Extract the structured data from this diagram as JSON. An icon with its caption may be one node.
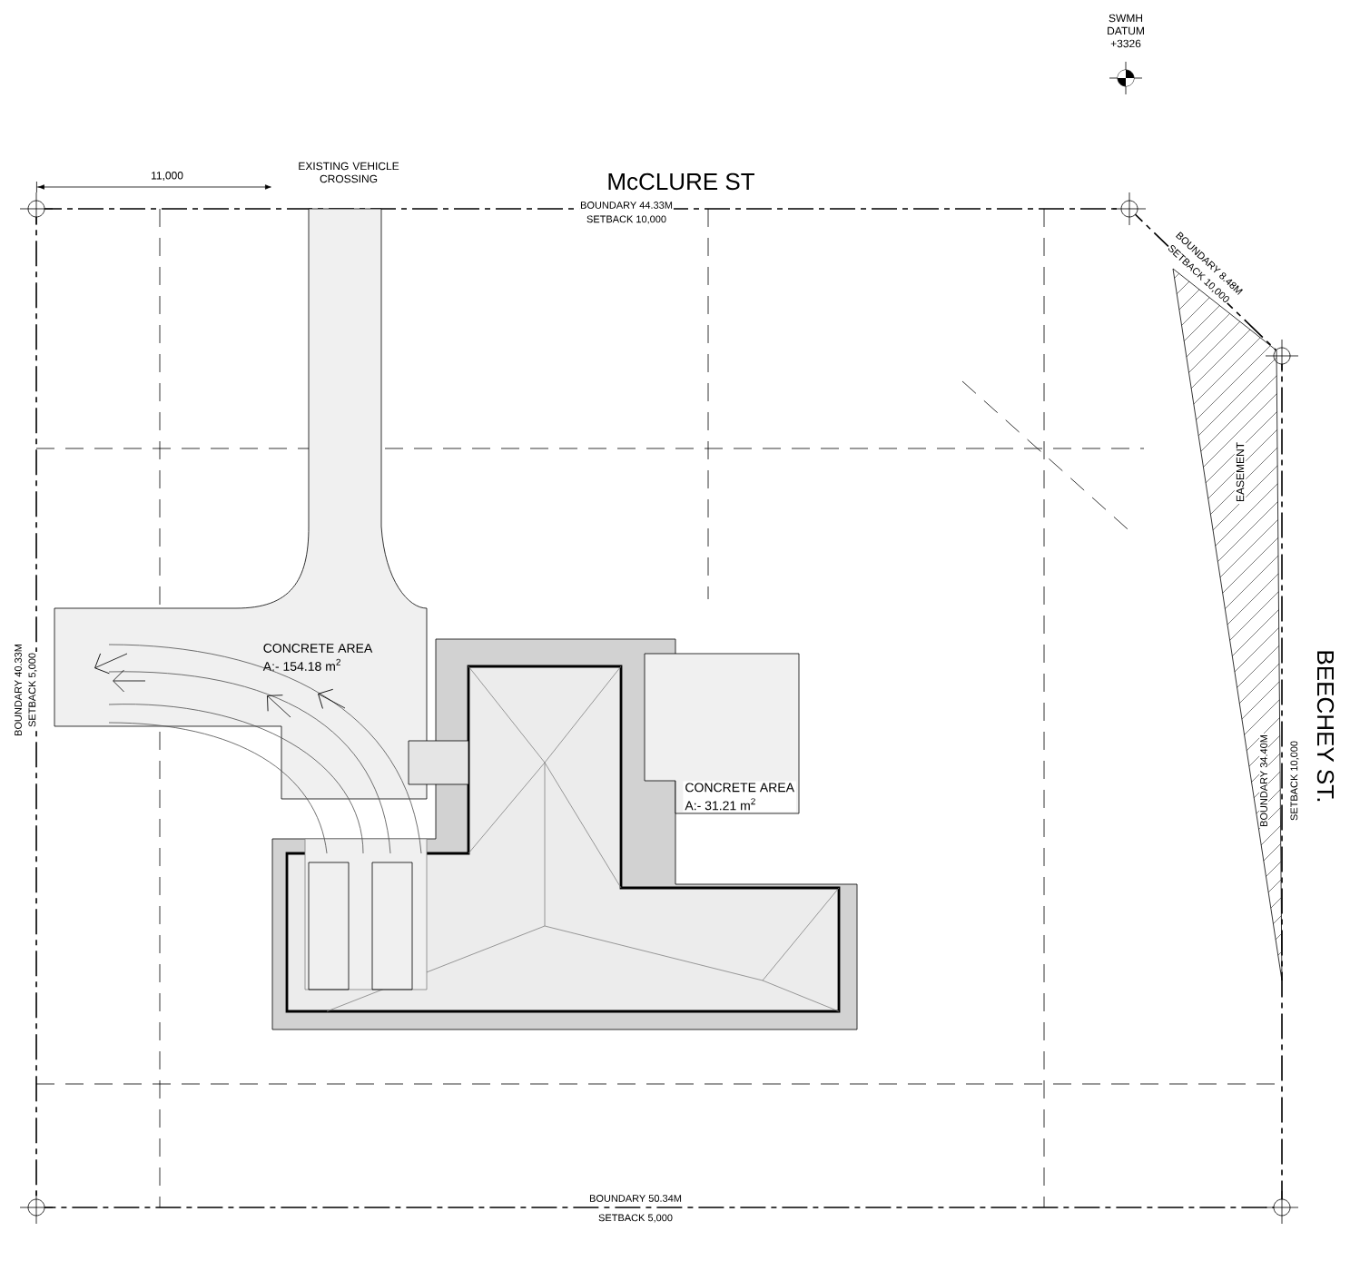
{
  "diagram": {
    "nodes": [
      {
        "text": [
          "CONCRETE AREA",
          "A:- 154.18 m$^{2}$"
        ]
      },
      {
        "text": [
          "CONCRETE AREA",
          "A:- 31.21 m$^{2}$"
        ]
      },
      {
        "text": [
          "EASEMENT"
        ]
      }
    ],
    "labels": [
      "SWMH DATUM +3326",
      "11,000",
      "EXISTING VEHICLE CROSSING",
      "McCLURE ST",
      "BOUNDARY 44.33M",
      "SETBACK 10,000",
      "BOUNDARY 8.48M",
      "SETBACK 10,000",
      "BOUNDARY 40.33M",
      "SETBACK 5,000",
      "BEECHEY ST.",
      "BOUNDARY 34.40M",
      "SETBACK 10,000",
      "BOUNDARY 50.34M",
      "SETBACK 5,000"
    ]
  }
}
